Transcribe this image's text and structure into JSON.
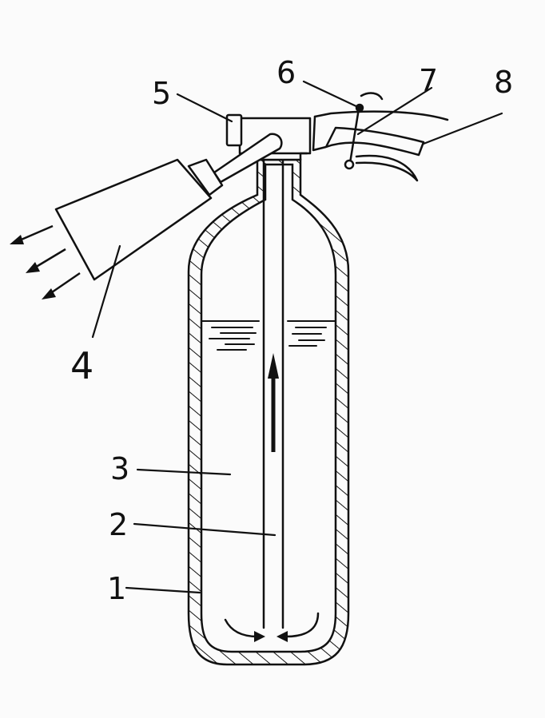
{
  "diagram": {
    "labels": [
      {
        "id": "1",
        "text": "1"
      },
      {
        "id": "2",
        "text": "2"
      },
      {
        "id": "3",
        "text": "3"
      },
      {
        "id": "4",
        "text": "4"
      },
      {
        "id": "5",
        "text": "5"
      },
      {
        "id": "6",
        "text": "6"
      },
      {
        "id": "7",
        "text": "7"
      },
      {
        "id": "8",
        "text": "8"
      }
    ],
    "colors": {
      "ink": "#111111",
      "paper": "#fbfbfb"
    }
  }
}
